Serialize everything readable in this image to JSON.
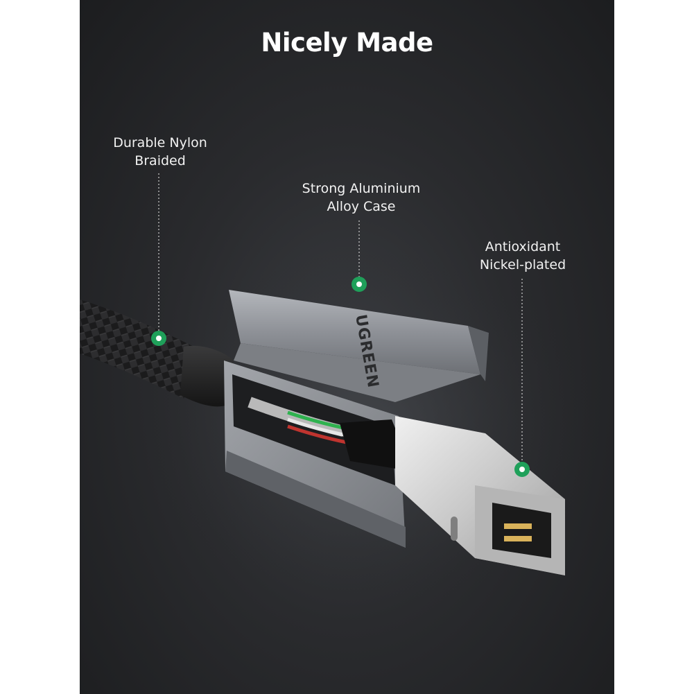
{
  "headline": "Nicely Made",
  "callouts": [
    {
      "line1": "Durable Nylon",
      "line2": "Braided"
    },
    {
      "line1": "Strong Aluminium",
      "line2": "Alloy Case"
    },
    {
      "line1": "Antioxidant",
      "line2": "Nickel-plated"
    }
  ],
  "brand": "UGREEN",
  "colors": {
    "background": "#2a2b2e",
    "marker": "#1fa05a",
    "text": "#ffffff",
    "aluminium": "#8d9096",
    "nickel": "#c9c9c9"
  }
}
